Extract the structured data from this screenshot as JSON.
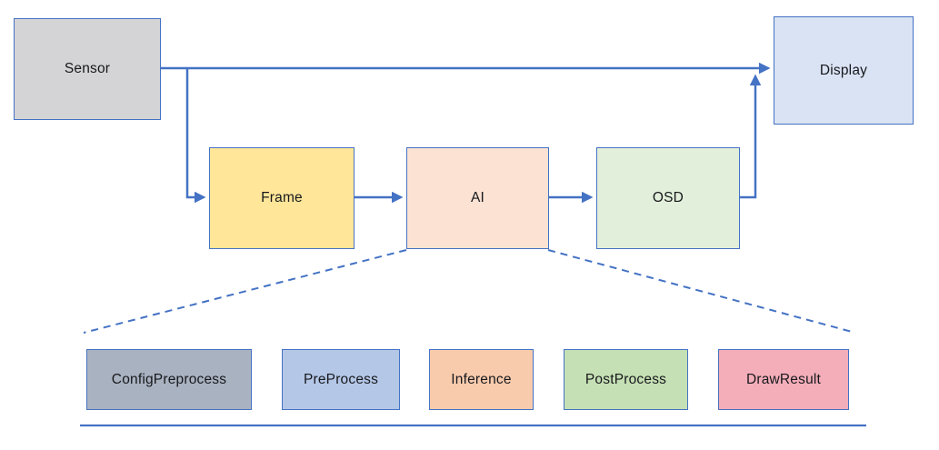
{
  "colors": {
    "connector": "#4472c4",
    "border": "#4472c4",
    "text": "#17181c",
    "background": "#ffffff"
  },
  "top_flow": {
    "nodes": [
      {
        "id": "sensor",
        "label": "Sensor",
        "fill": "#d4d4d6"
      },
      {
        "id": "frame",
        "label": "Frame",
        "fill": "#ffe699"
      },
      {
        "id": "ai",
        "label": "AI",
        "fill": "#fbe2d3"
      },
      {
        "id": "osd",
        "label": "OSD",
        "fill": "#e2efda"
      },
      {
        "id": "display",
        "label": "Display",
        "fill": "#dae3f3"
      }
    ]
  },
  "ai_detail": {
    "nodes": [
      {
        "id": "config-preprocess",
        "label": "ConfigPreprocess",
        "fill": "#a9b2c0"
      },
      {
        "id": "pre-process",
        "label": "PreProcess",
        "fill": "#b4c7e7"
      },
      {
        "id": "inference",
        "label": "Inference",
        "fill": "#f8cbad"
      },
      {
        "id": "post-process",
        "label": "PostProcess",
        "fill": "#c5e0b4"
      },
      {
        "id": "draw-result",
        "label": "DrawResult",
        "fill": "#f4aeb9"
      }
    ]
  }
}
